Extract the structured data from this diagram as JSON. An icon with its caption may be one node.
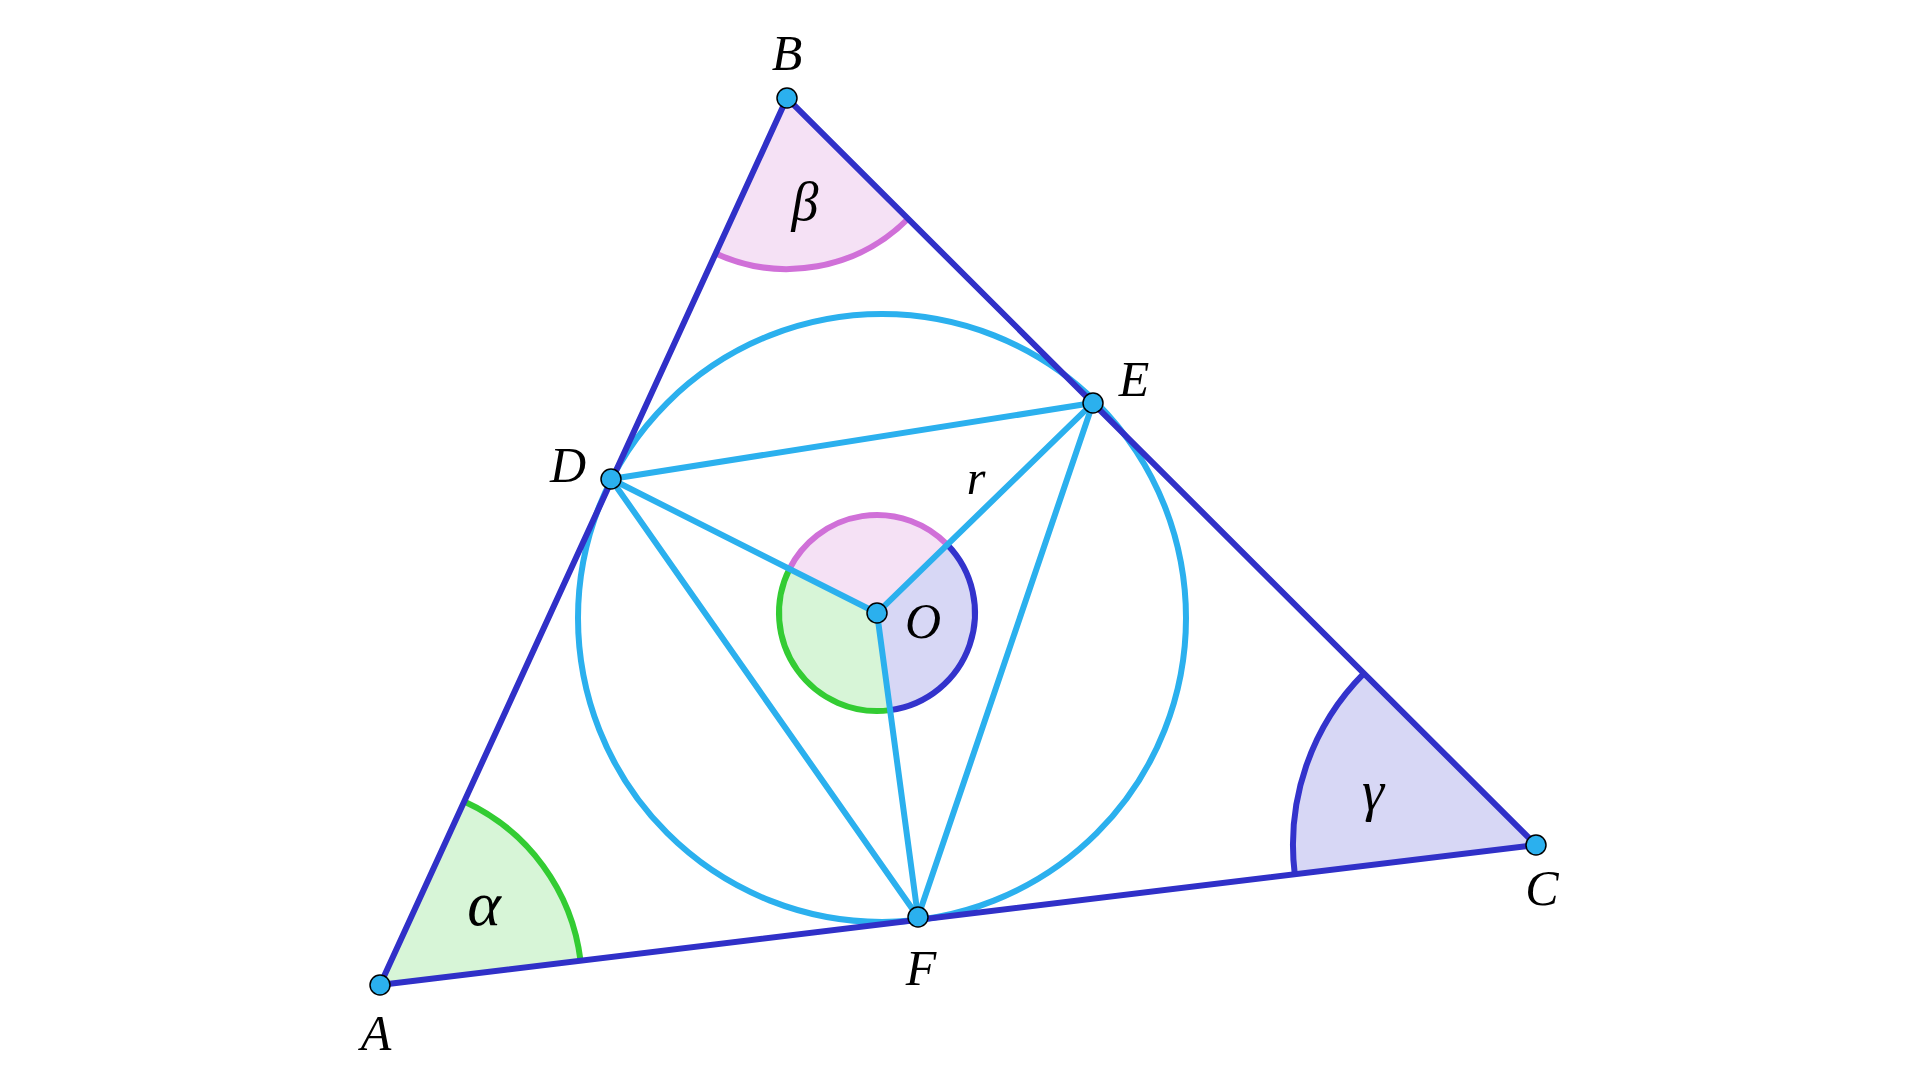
{
  "diagram": {
    "nodes": [
      {
        "text": [
          "A"
        ]
      },
      {
        "text": [
          "B"
        ]
      },
      {
        "text": [
          "C"
        ]
      },
      {
        "text": [
          "D"
        ]
      },
      {
        "text": [
          "E"
        ]
      },
      {
        "text": [
          "F"
        ]
      },
      {
        "text": [
          "O"
        ]
      }
    ],
    "edges": [
      {
        "from": 0,
        "to": 1,
        "arrow": "none",
        "color": "#3030c8"
      },
      {
        "from": 1,
        "to": 2,
        "arrow": "none",
        "color": "#3030c8"
      },
      {
        "from": 2,
        "to": 0,
        "arrow": "none",
        "color": "#3030c8"
      },
      {
        "from": 3,
        "to": 4,
        "arrow": "none"
      },
      {
        "from": 4,
        "to": 5,
        "arrow": "none"
      },
      {
        "from": 5,
        "to": 3,
        "arrow": "none"
      },
      {
        "from": 6,
        "to": 3,
        "arrow": "none"
      },
      {
        "from": 6,
        "to": 4,
        "arrow": "none"
      },
      {
        "from": 6,
        "to": 5,
        "arrow": "none"
      }
    ],
    "labels": [
      "β",
      "r",
      "γ",
      "α"
    ]
  }
}
